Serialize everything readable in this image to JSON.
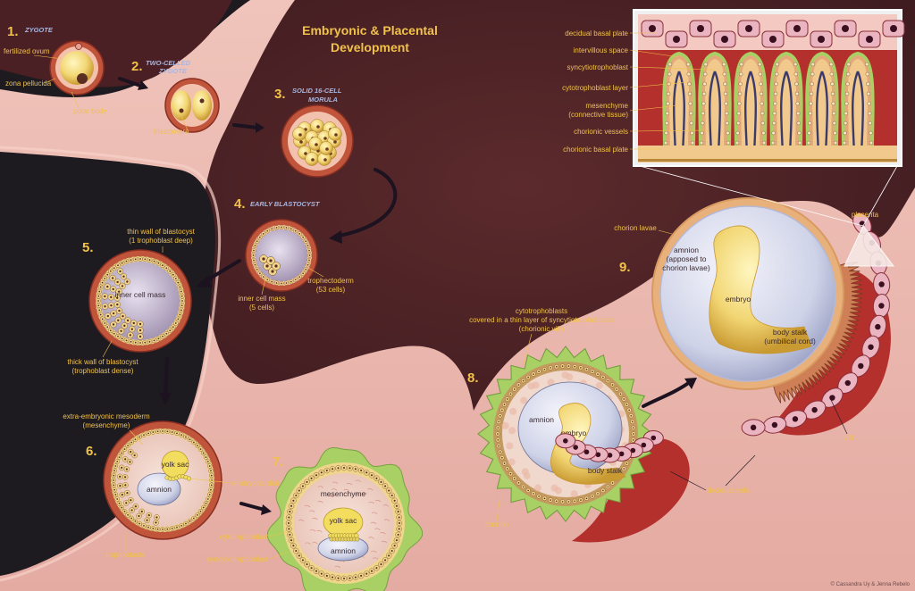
{
  "title": {
    "line1": "Embryonic & Placental",
    "line2": "Development"
  },
  "credit": "© Cassandra Uy & Jenna Rebelo",
  "colors": {
    "uterus_wall": "#e8b3ab",
    "cavity": "#4a2024",
    "label": "#f1c24a",
    "stage_name": "#a8b6e0",
    "decidua": "#b3302c",
    "trophoblast": "#f0d68c",
    "amnion": "#d3d7ec"
  },
  "stages": [
    {
      "number": "1.",
      "name": "ZYGOTE"
    },
    {
      "number": "2.",
      "name1": "TWO-CELLED",
      "name2": "ZYGOTE"
    },
    {
      "number": "3.",
      "name1": "SOLID 16-CELL",
      "name2": "MORULA"
    },
    {
      "number": "4.",
      "name": "EARLY BLASTOCYST"
    },
    {
      "number": "5."
    },
    {
      "number": "6."
    },
    {
      "number": "7."
    },
    {
      "number": "8."
    },
    {
      "number": "9."
    }
  ],
  "labels": {
    "fertilized_ovum": "fertilized ovum",
    "zona_pellucida": "zona pellucida",
    "polar_body": "polar body",
    "blastomere": "blastomere",
    "inner_cell_mass_4a": "inner cell mass",
    "inner_cell_mass_4b": "(5 cells)",
    "trophectoderm_a": "trophectoderm",
    "trophectoderm_b": "(53 cells)",
    "thin_wall_a": "thin wall of blastocyst",
    "thin_wall_b": "(1 trophoblast deep)",
    "inner_cell_mass_5": "inner cell mass",
    "thick_wall_a": "thick wall of blastocyst",
    "thick_wall_b": "(trophoblast dense)",
    "extra_mesoderm_a": "extra-embryonic mesoderm",
    "extra_mesoderm_b": "(mesenchyme)",
    "yolk_sac_6": "yolk sac",
    "amnion_6": "amnion",
    "embryonic_disk": "embryonic disk",
    "trophoblasts": "trophoblasts",
    "mesenchyme_7": "mesenchyme",
    "yolk_sac_7": "yolk sac",
    "amnion_7": "amnion",
    "cytotrophoblast_7": "cytotrophoblast",
    "syncytiotrophoblast_7": "syncytiotrophoblast",
    "villi_8a": "cytotrophoblasts",
    "villi_8b": "covered in a thin layer of syncytiotrophoblasts",
    "villi_8c": "(chorionic villi)",
    "amnion_8": "amnion",
    "embryo_8": "embryo",
    "body_stalk_8": "body stalk",
    "chorion": "chorion",
    "decidual_cells": "decidual cells",
    "chorion_lavae": "chorion lavae",
    "amnion_9a": "amnion",
    "amnion_9b": "(apposed to",
    "amnion_9c": "chorion lavae)",
    "embryo_9": "embryo",
    "body_stalk_9a": "body stalk",
    "body_stalk_9b": "(umbilical cord)",
    "villi": "villi",
    "placenta": "placenta"
  },
  "inset_labels": [
    "decidual basal plate",
    "intervillous space",
    "syncytiotrophoblast",
    "cytotrophoblast layer",
    "mesenchyme",
    "(connective tissue)",
    "chorionic vessels",
    "chorionic basal plate"
  ]
}
